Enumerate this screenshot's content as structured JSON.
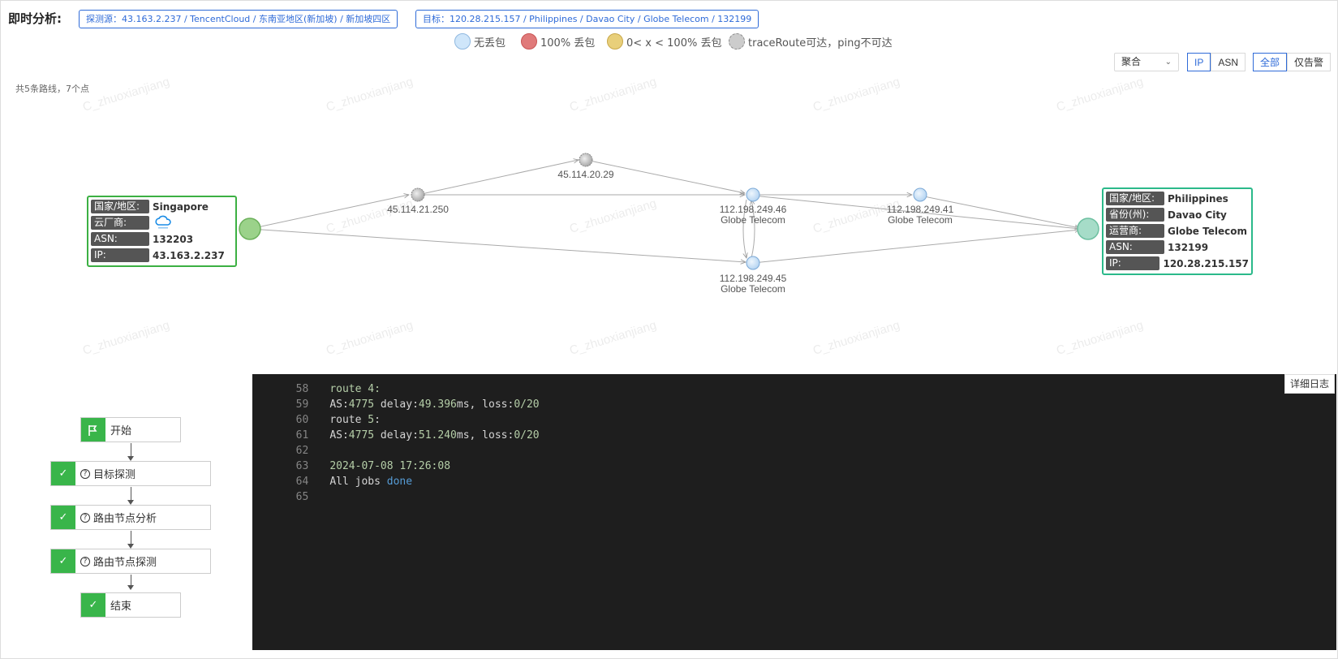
{
  "header": {
    "title": "即时分析:",
    "source_tag": "探测源：43.163.2.237 / TencentCloud / 东南亚地区(新加坡) / 新加坡四区",
    "target_tag": "目标：120.28.215.157 / Philippines / Davao City / Globe Telecom / 132199"
  },
  "legend": [
    {
      "label": "无丢包",
      "color": "#cfe6fa",
      "border": "#8fb8e0"
    },
    {
      "label": "100% 丢包",
      "color": "#e07a7a",
      "border": "#c95555"
    },
    {
      "label": "0< x < 100% 丢包",
      "color": "#e8cf7a",
      "border": "#c9a84a"
    },
    {
      "label": "traceRoute可达，ping不可达",
      "color": "#cccccc",
      "border": "#999999"
    }
  ],
  "controls": {
    "mode_select": "聚合",
    "view_toggle": [
      "IP",
      "ASN"
    ],
    "view_active": "IP",
    "alert_toggle": [
      "全部",
      "仅告警"
    ],
    "alert_active": "全部"
  },
  "summary": "共5条路线，7个点",
  "nodes": [
    {
      "ip": "45.114.21.250",
      "isp": "",
      "status": "traceroute-only"
    },
    {
      "ip": "45.114.20.29",
      "isp": "",
      "status": "traceroute-only"
    },
    {
      "ip": "112.198.249.46",
      "isp": "Globe Telecom",
      "status": "no-loss"
    },
    {
      "ip": "112.198.249.41",
      "isp": "Globe Telecom",
      "status": "no-loss"
    },
    {
      "ip": "112.198.249.45",
      "isp": "Globe Telecom",
      "status": "no-loss"
    }
  ],
  "source_info": {
    "rows": [
      {
        "key": "国家/地区:",
        "value": "Singapore"
      },
      {
        "key": "云厂商:",
        "value": ""
      },
      {
        "key": "ASN:",
        "value": "132203"
      },
      {
        "key": "IP:",
        "value": "43.163.2.237"
      }
    ],
    "border_color": "#3cb043"
  },
  "target_info": {
    "rows": [
      {
        "key": "国家/地区:",
        "value": "Philippines"
      },
      {
        "key": "省份(州):",
        "value": "Davao City"
      },
      {
        "key": "运营商:",
        "value": "Globe Telecom"
      },
      {
        "key": "ASN:",
        "value": "132199"
      },
      {
        "key": "IP:",
        "value": "120.28.215.157"
      }
    ],
    "border_color": "#2bb98a"
  },
  "watermark": "C_zhuoxianjiang",
  "flow": {
    "start": "开始",
    "step1": "目标探测",
    "step2": "路由节点分析",
    "step3": "路由节点探测",
    "end": "结束"
  },
  "console": {
    "detail_button": "详细日志",
    "line_numbers": [
      "59",
      "60",
      "61",
      "62",
      "63",
      "64",
      "65"
    ],
    "l59": {
      "as_label": "AS:",
      "as_num": "4775",
      "delay_label": " delay:",
      "delay": "49.396",
      "ms": "ms, loss:",
      "loss": "0/20"
    },
    "l60": {
      "text": "route ",
      "num": "5",
      "colon": ":"
    },
    "l61": {
      "as_label": "AS:",
      "as_num": "4775",
      "delay_label": " delay:",
      "delay": "51.240",
      "ms": "ms, loss:",
      "loss": "0/20"
    },
    "l63": {
      "timestamp": "2024-07-08 17:26:08"
    },
    "l64": {
      "text": "All jobs ",
      "done": "done"
    }
  }
}
